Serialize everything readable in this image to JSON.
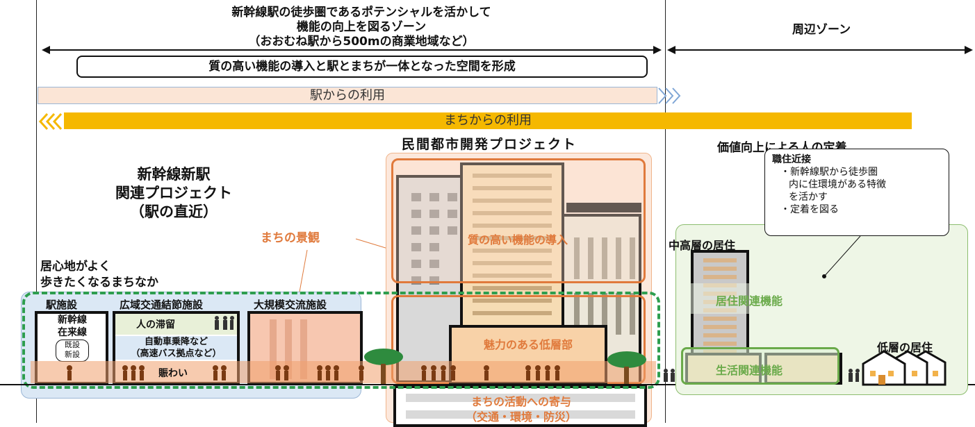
{
  "header": {
    "left_zone_line1": "新幹線駅の徒歩圏であるポテンシャルを活かして",
    "left_zone_line2": "機能の向上を図るゾーン",
    "left_zone_line3": "（おおむね駅から500mの商業地域など）",
    "right_zone": "周辺ゾーン",
    "concept_box": "質の高い機能の導入と駅とまちが一体となった空間を形成"
  },
  "bands": {
    "from_station": "駅からの利用",
    "from_town": "まちからの利用"
  },
  "left_project": {
    "line1": "新幹線新駅",
    "line2": "関連プロジェクト",
    "line3": "（駅の直近）"
  },
  "private_project_title": "民間都市開発プロジェクト",
  "townscape": "まちの景観",
  "walkable": {
    "line1": "居心地がよく",
    "line2": "歩きたくなるまちなか"
  },
  "facilities": {
    "station": "駅施設",
    "station_line1": "新幹線",
    "station_line2": "在来線",
    "station_existing": "既設",
    "station_new": "新設",
    "transport": "広域交通結節施設",
    "stay": "人の滞留",
    "car": "自動車乗降など",
    "bus": "（高速バス拠点など）",
    "exchange": "大規模交流施設",
    "bustle": "賑わい"
  },
  "private": {
    "high_quality": "質の高い機能の導入",
    "low_floor": "魅力のある低層部",
    "contribution_line1": "まちの活動への寄与",
    "contribution_line2": "（交通・環境・防災）"
  },
  "right": {
    "value_title": "価値向上による人の定着",
    "callout_title": "職住近接",
    "callout_b1_line1": "・新幹線駅から徒歩圏",
    "callout_b1_line2": "内に住環境がある特徴",
    "callout_b1_line3": "を活かす",
    "callout_b2": "・定着を図る",
    "mid_high": "中高層の居住",
    "residential": "居住関連機能",
    "low_rise": "低層の居住",
    "daily_life": "生活関連機能"
  },
  "colors": {
    "accent_orange": "#e07a3c",
    "band_station": "#fbe5d6",
    "band_town": "#f5b800",
    "dashed_green": "#2e9e4f",
    "light_blue": "#dbe8f5",
    "light_green": "#eef6e6"
  }
}
